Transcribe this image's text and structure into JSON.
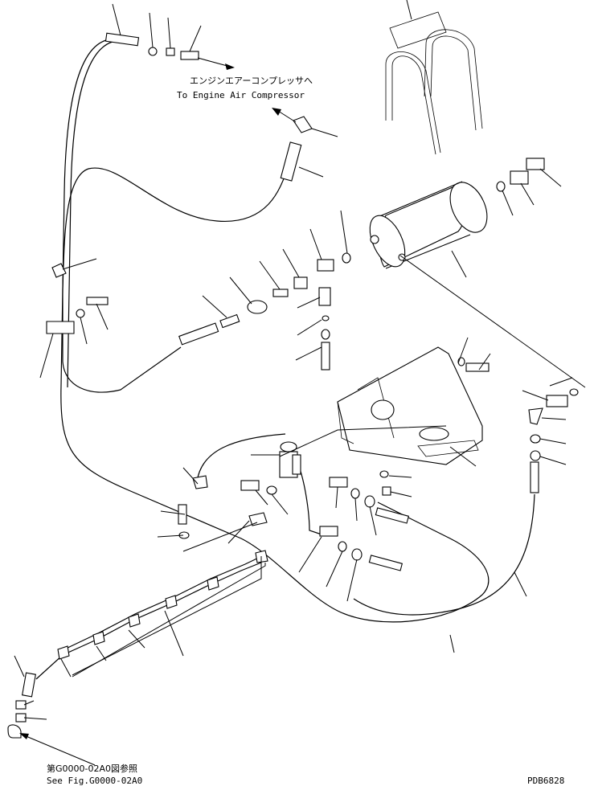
{
  "diagram": {
    "to_compressor_jp": "エンジンエアーコンプレッサへ",
    "to_compressor_en": "To Engine Air Compressor",
    "see_fig_jp": "第G0000-02A0図参照",
    "see_fig_en": "See Fig.G0000-02A0",
    "drawing_number": "PDB6828"
  }
}
